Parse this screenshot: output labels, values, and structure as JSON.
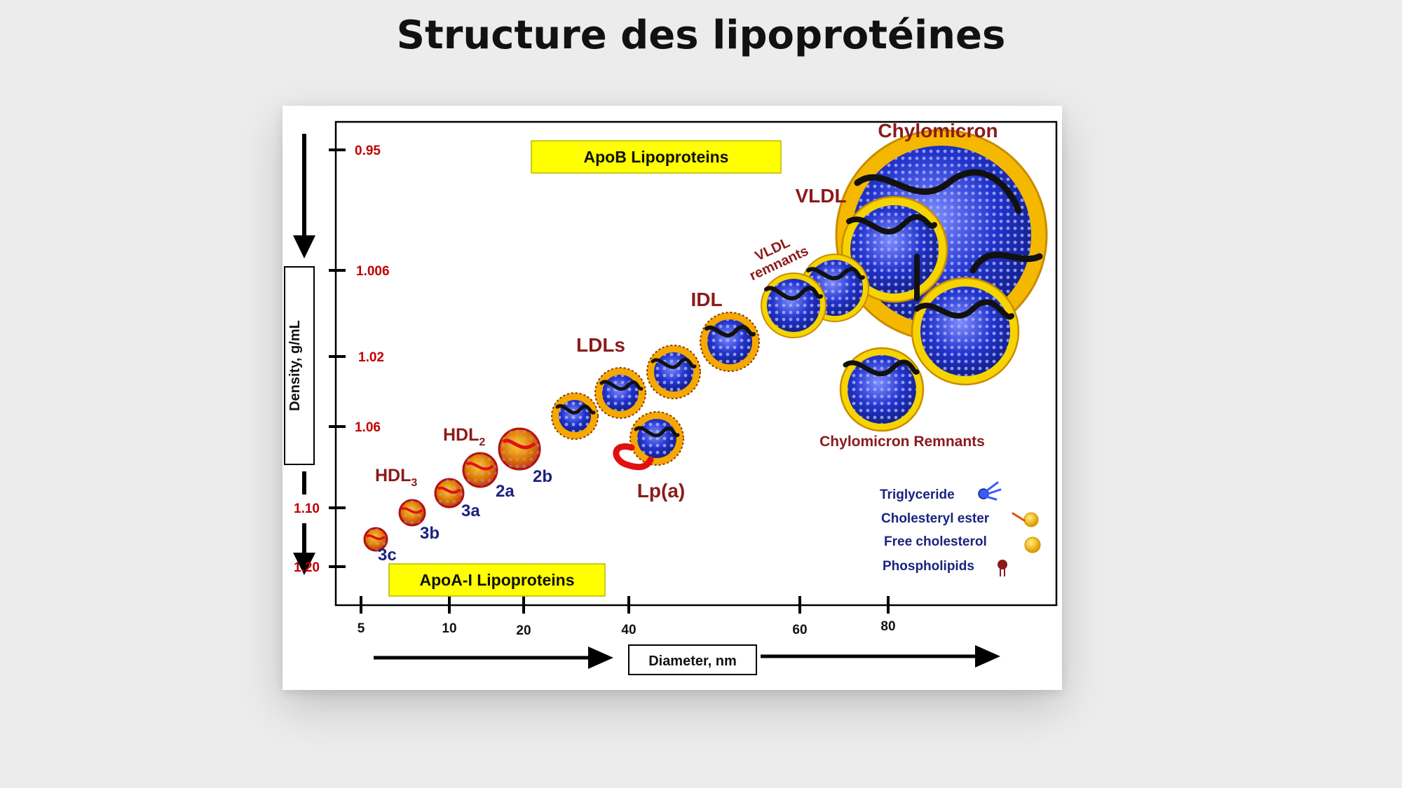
{
  "slide": {
    "title": "Structure des lipoprotéines"
  },
  "diagram": {
    "y_axis": {
      "title": "Density, g/mL",
      "ticks": [
        "0.95",
        "1.006",
        "1.02",
        "1.06",
        "1.10",
        "1.20"
      ]
    },
    "x_axis": {
      "title": "Diameter, nm",
      "ticks": [
        "5",
        "10",
        "20",
        "40",
        "60",
        "80"
      ]
    },
    "banners": {
      "apob": "ApoB Lipoproteins",
      "apoa": "ApoA-I Lipoproteins"
    },
    "classes": {
      "chylomicron": "Chylomicron",
      "vldl": "VLDL",
      "vldl_remnants_line1": "VLDL",
      "vldl_remnants_line2": "remnants",
      "idl": "IDL",
      "ldls": "LDLs",
      "lpa": "Lp(a)",
      "hdl2_main": "HDL",
      "hdl2_sub": "2",
      "hdl3_main": "HDL",
      "hdl3_sub": "3",
      "chylomicron_remnants": "Chylomicron Remnants"
    },
    "hdl_subclasses": [
      "2b",
      "2a",
      "3a",
      "3b",
      "3c"
    ],
    "legend": [
      {
        "label": "Triglyceride",
        "icon": "triglyceride-icon"
      },
      {
        "label": "Cholesteryl ester",
        "icon": "cholesteryl-ester-icon"
      },
      {
        "label": "Free cholesterol",
        "icon": "free-cholesterol-icon"
      },
      {
        "label": "Phospholipids",
        "icon": "phospholipid-icon"
      }
    ],
    "colors": {
      "class_label": "#8b1a1a",
      "density_tick": "#c00000",
      "subclass_label": "#1a237e",
      "banner_fill": "#ffff00",
      "shell_yellow": "#f2c200",
      "core_blue": "#2233cc"
    }
  }
}
